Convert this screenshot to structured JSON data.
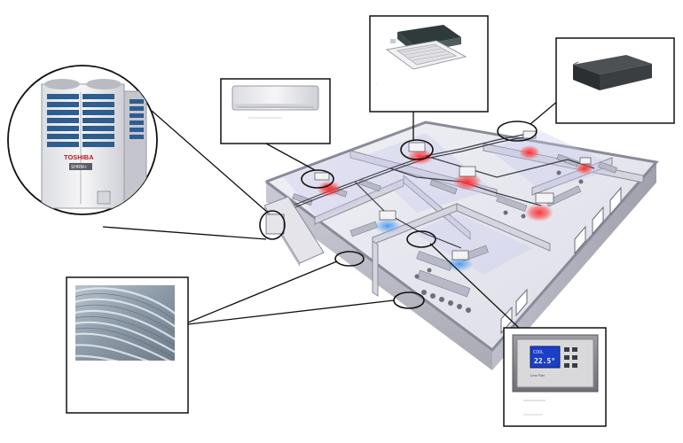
{
  "outdoor_unit": {
    "brand": "TOSHIBA",
    "model_badge": "SHRM-i"
  },
  "thermostat": {
    "temperature": "22.5°",
    "mode": "COOL",
    "foot": "Lmo   Fan"
  },
  "colors": {
    "heat_zone": "#e8313a",
    "cool_zone": "#5aa2e6",
    "wall": "#d7d8e0",
    "floor": "#e9e9ef",
    "outline": "#111111",
    "lcd": "#1b3fc8"
  },
  "icons": [
    "outdoor-unit-icon",
    "wall-mounted-unit-icon",
    "cassette-unit-icon",
    "ducted-unit-icon",
    "underfloor-heating-icon",
    "thermostat-icon"
  ]
}
